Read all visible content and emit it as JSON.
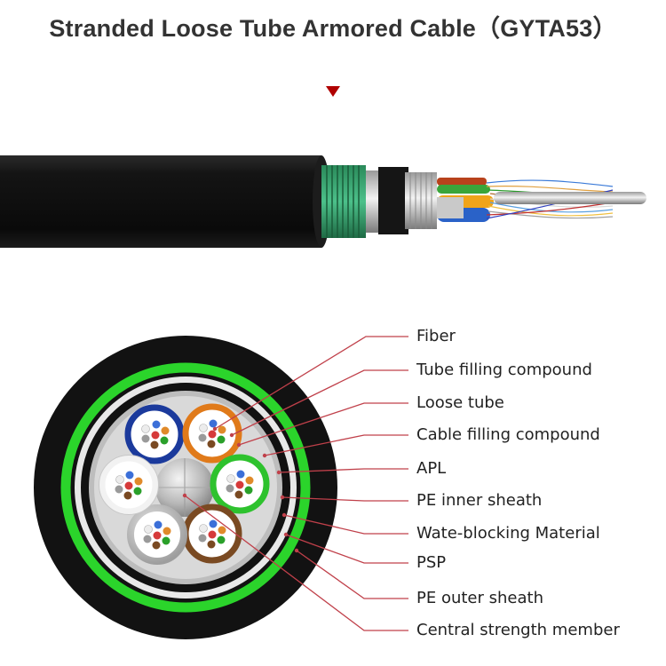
{
  "title": "Stranded Loose Tube Armored Cable（GYTA53）",
  "labels": {
    "fiber": "Fiber",
    "tube_filling": "Tube filling compound",
    "loose_tube": "Loose tube",
    "cable_filling": "Cable filling compound",
    "apl": "APL",
    "pe_inner": "PE inner sheath",
    "water_blocking": "Wate-blocking Material",
    "psp": "PSP",
    "pe_outer": "PE outer sheath",
    "central_member": "Central strength member"
  },
  "colors": {
    "leader_line": "#c0404a",
    "outer_sheath": "#111111",
    "green_tape": "#2bd42b",
    "tube_blue": "#1b3a9c",
    "tube_orange": "#e07a1a",
    "tube_green": "#2ec22e",
    "tube_brown": "#7a4a22",
    "tube_white": "#f2f2f2",
    "tube_grey": "#b8b8b8",
    "indicator_arrow": "#b00000"
  }
}
